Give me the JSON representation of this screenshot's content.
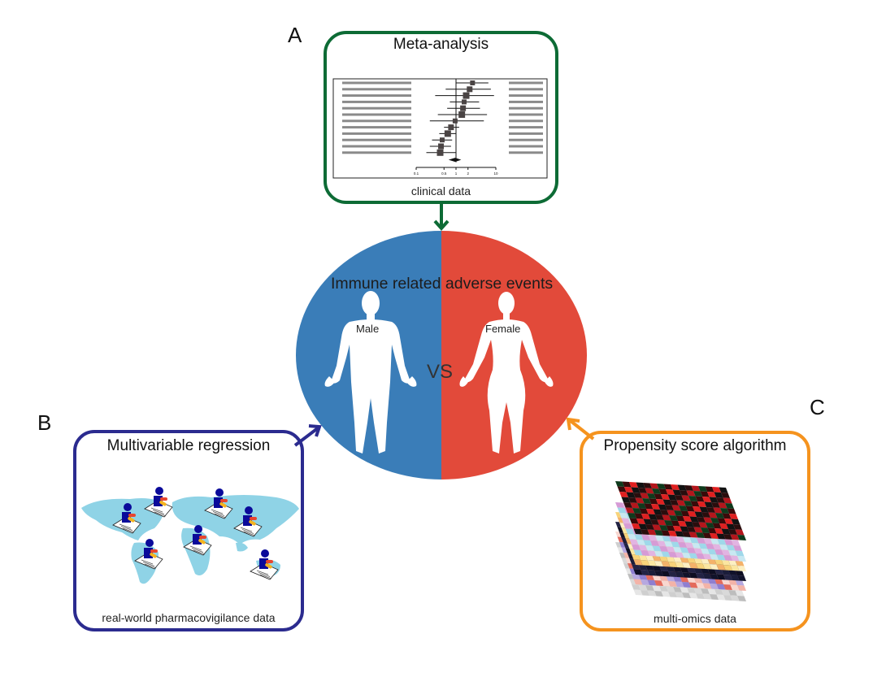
{
  "panels": {
    "A": {
      "letter": "A",
      "title": "Meta-analysis",
      "caption": "clinical data",
      "color": "#0d6b35"
    },
    "B": {
      "letter": "B",
      "title": "Multivariable regression",
      "caption": "real-world pharmacovigilance data",
      "color": "#2b2b8f",
      "reporter_count": 7
    },
    "C": {
      "letter": "C",
      "title": "Propensity score algorithm",
      "caption": "multi-omics data",
      "color": "#f5931e",
      "layer_count": 6
    }
  },
  "center": {
    "title": "Immune related adverse events",
    "left_label": "Male",
    "right_label": "Female",
    "vs_label": "VS",
    "left_color": "#3a7db8",
    "right_color": "#e24a3a"
  },
  "chart_data": {
    "type": "forest",
    "title": "",
    "xscale": "log",
    "xticks": [
      "0.1",
      "0.5",
      "1",
      "2",
      "10"
    ],
    "xlim": [
      0.1,
      10
    ],
    "reference_line": 1,
    "studies": [
      {
        "estimate": 2.6,
        "lower": 1.0,
        "upper": 6.5
      },
      {
        "estimate": 2.2,
        "lower": 0.55,
        "upper": 7.5
      },
      {
        "estimate": 1.8,
        "lower": 0.3,
        "upper": 9.0
      },
      {
        "estimate": 1.6,
        "lower": 0.7,
        "upper": 3.8
      },
      {
        "estimate": 1.5,
        "lower": 0.6,
        "upper": 4.0
      },
      {
        "estimate": 1.4,
        "lower": 0.35,
        "upper": 6.0
      },
      {
        "estimate": 0.95,
        "lower": 0.22,
        "upper": 5.0
      },
      {
        "estimate": 0.75,
        "lower": 0.5,
        "upper": 1.2
      },
      {
        "estimate": 0.62,
        "lower": 0.38,
        "upper": 1.0
      },
      {
        "estimate": 0.45,
        "lower": 0.25,
        "upper": 0.8
      },
      {
        "estimate": 0.42,
        "lower": 0.22,
        "upper": 0.75
      },
      {
        "estimate": 0.4,
        "lower": 0.18,
        "upper": 1.0
      }
    ],
    "summary": {
      "estimate": 0.95,
      "lower": 0.65,
      "upper": 1.35
    }
  }
}
